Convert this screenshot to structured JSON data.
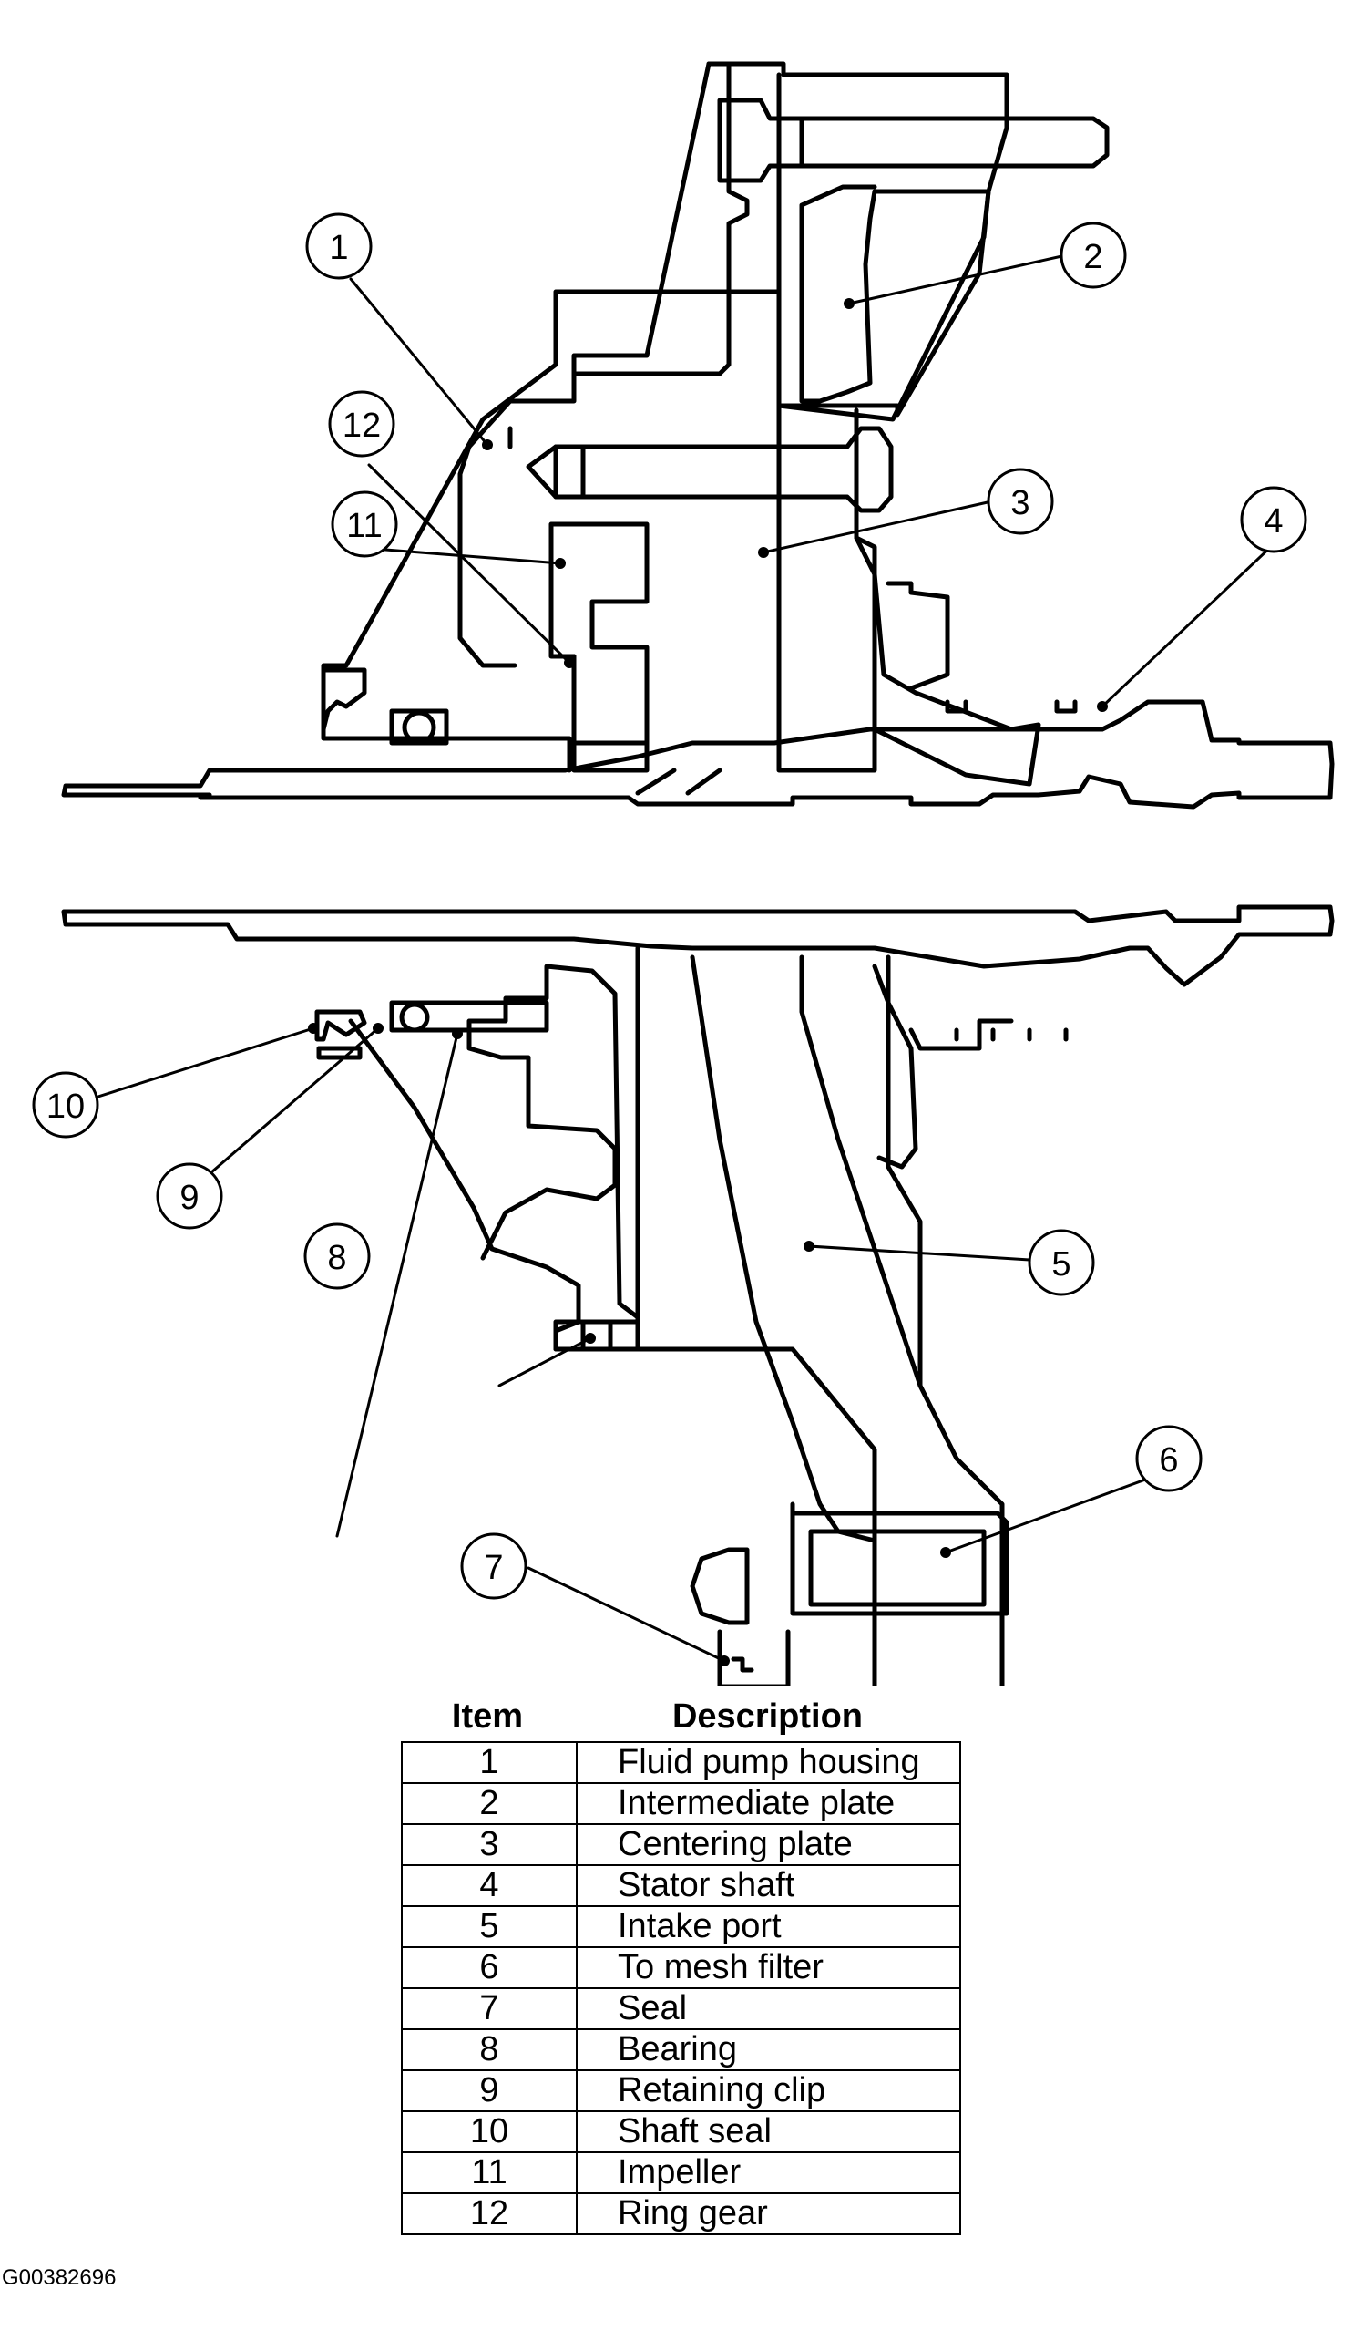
{
  "callouts": [
    {
      "number": "1"
    },
    {
      "number": "2"
    },
    {
      "number": "3"
    },
    {
      "number": "4"
    },
    {
      "number": "5"
    },
    {
      "number": "6"
    },
    {
      "number": "7"
    },
    {
      "number": "8"
    },
    {
      "number": "9"
    },
    {
      "number": "10"
    },
    {
      "number": "11"
    },
    {
      "number": "12"
    }
  ],
  "legend": {
    "header_item": "Item",
    "header_description": "Description",
    "rows": [
      {
        "item": "1",
        "description": "Fluid pump housing"
      },
      {
        "item": "2",
        "description": "Intermediate plate"
      },
      {
        "item": "3",
        "description": "Centering plate"
      },
      {
        "item": "4",
        "description": "Stator shaft"
      },
      {
        "item": "5",
        "description": "Intake port"
      },
      {
        "item": "6",
        "description": "To mesh filter"
      },
      {
        "item": "7",
        "description": "Seal"
      },
      {
        "item": "8",
        "description": "Bearing"
      },
      {
        "item": "9",
        "description": "Retaining clip"
      },
      {
        "item": "10",
        "description": "Shaft seal"
      },
      {
        "item": "11",
        "description": "Impeller"
      },
      {
        "item": "12",
        "description": "Ring gear"
      }
    ]
  },
  "figure_id": "G00382696"
}
